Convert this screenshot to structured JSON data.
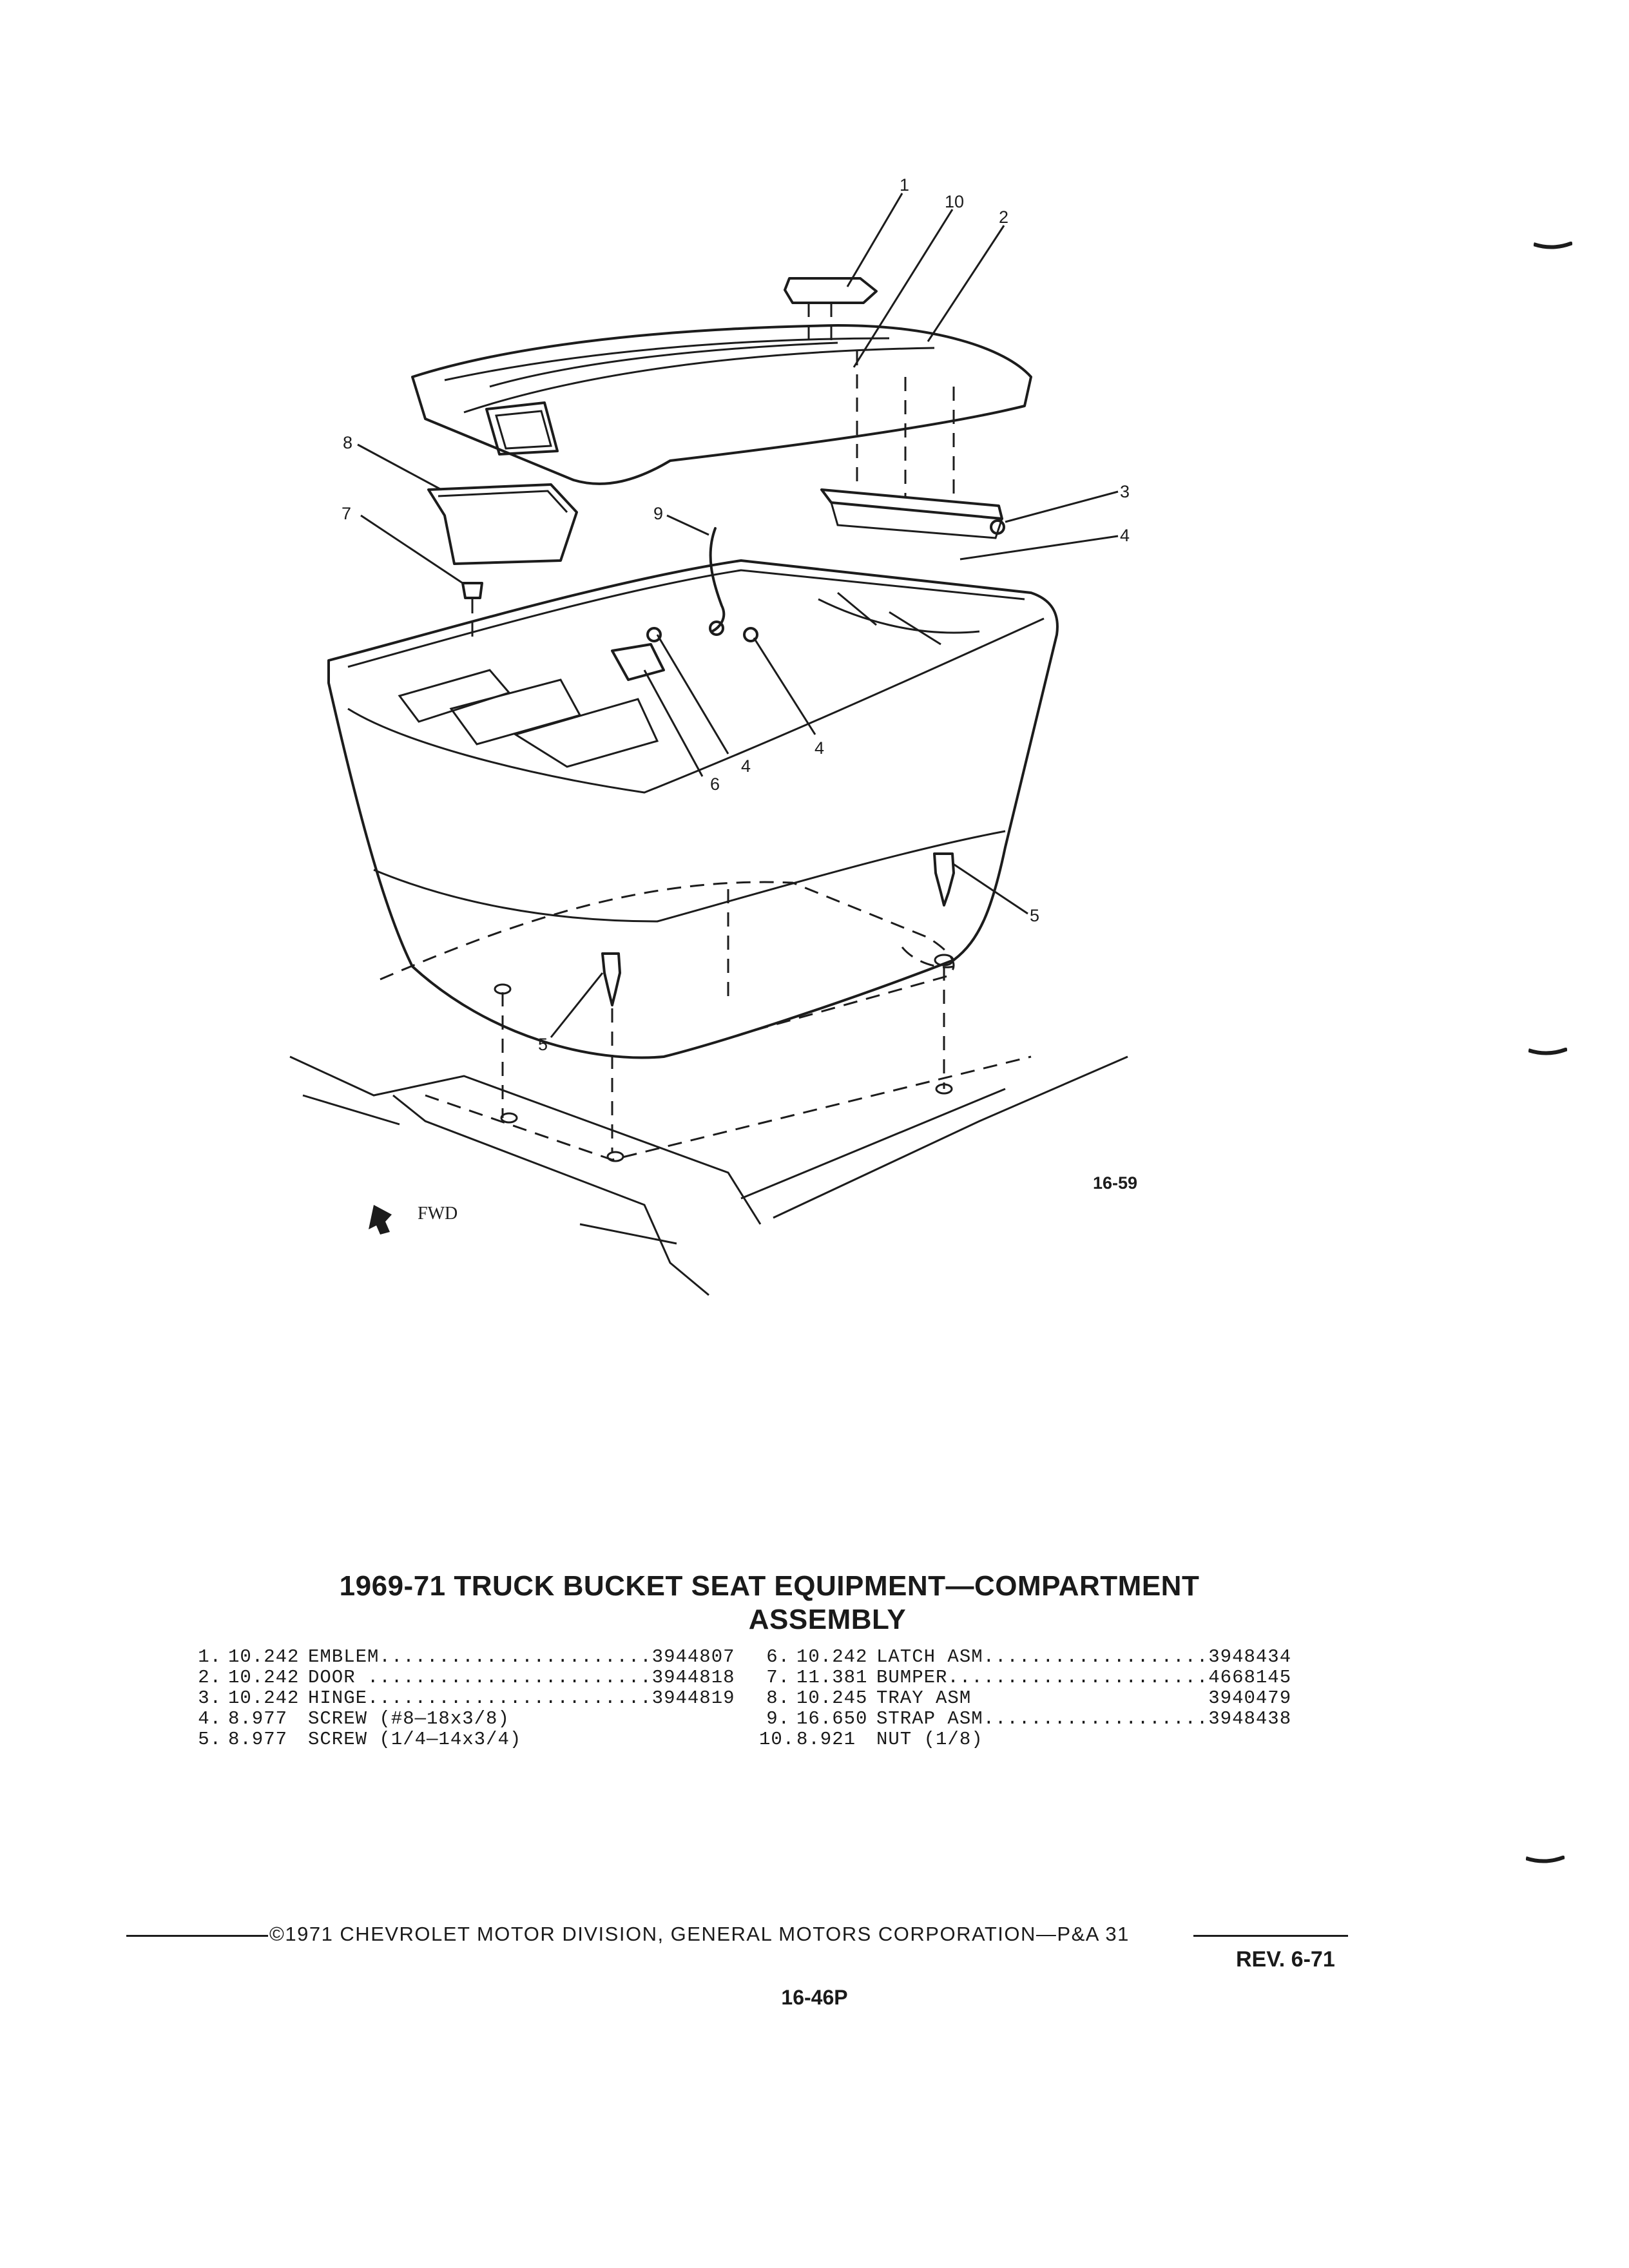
{
  "diagram": {
    "figure_number": "16-59",
    "direction_label": "FWD",
    "callouts": [
      "1",
      "10",
      "2",
      "3",
      "4",
      "8",
      "7",
      "9",
      "4",
      "6",
      "4",
      "5",
      "5"
    ]
  },
  "title": {
    "line1": "1969-71 TRUCK BUCKET SEAT EQUIPMENT—COMPARTMENT",
    "line2": "ASSEMBLY"
  },
  "parts_left": [
    {
      "num": "1.",
      "code": "10.242",
      "desc": "EMBLEM.......................3944807"
    },
    {
      "num": "2.",
      "code": "10.242",
      "desc": "DOOR ........................3944818"
    },
    {
      "num": "3.",
      "code": "10.242",
      "desc": "HINGE........................3944819"
    },
    {
      "num": "4.",
      "code": "8.977",
      "desc": "SCREW (#8—18x3/8)"
    },
    {
      "num": "5.",
      "code": "8.977",
      "desc": "SCREW (1/4—14x3/4)"
    }
  ],
  "parts_right": [
    {
      "num": "6.",
      "code": "10.242",
      "desc": "LATCH ASM...................3948434"
    },
    {
      "num": "7.",
      "code": "11.381",
      "desc": "BUMPER......................4668145"
    },
    {
      "num": "8.",
      "code": "10.245",
      "desc": "TRAY ASM                    3940479"
    },
    {
      "num": "9.",
      "code": "16.650",
      "desc": "STRAP ASM...................3948438"
    },
    {
      "num": "10.",
      "code": "8.921",
      "desc": "NUT (1/8)"
    }
  ],
  "footer": {
    "copyright": "©1971 CHEVROLET MOTOR DIVISION, GENERAL MOTORS CORPORATION—P&A 31",
    "revision": "REV. 6-71",
    "page_number": "16-46P"
  }
}
